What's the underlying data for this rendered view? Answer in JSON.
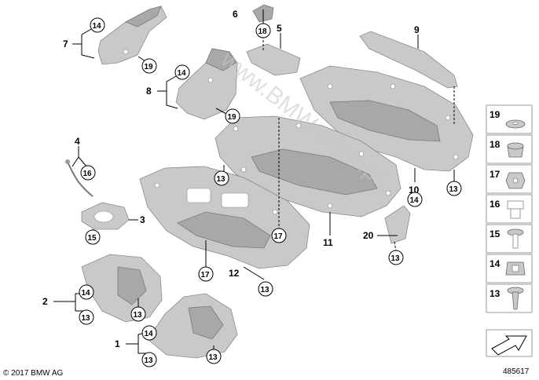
{
  "callouts": [
    "1",
    "2",
    "3",
    "4",
    "5",
    "6",
    "7",
    "8",
    "9",
    "10",
    "11",
    "12",
    "20"
  ],
  "bubbles": [
    "13",
    "14",
    "15",
    "16",
    "17",
    "18",
    "19"
  ],
  "legend": [
    "19",
    "18",
    "17",
    "16",
    "15",
    "14",
    "13"
  ],
  "watermark": "www.BMW-store.pl",
  "copyright": "© 2017 BMW AG",
  "diagram_number": "485617"
}
